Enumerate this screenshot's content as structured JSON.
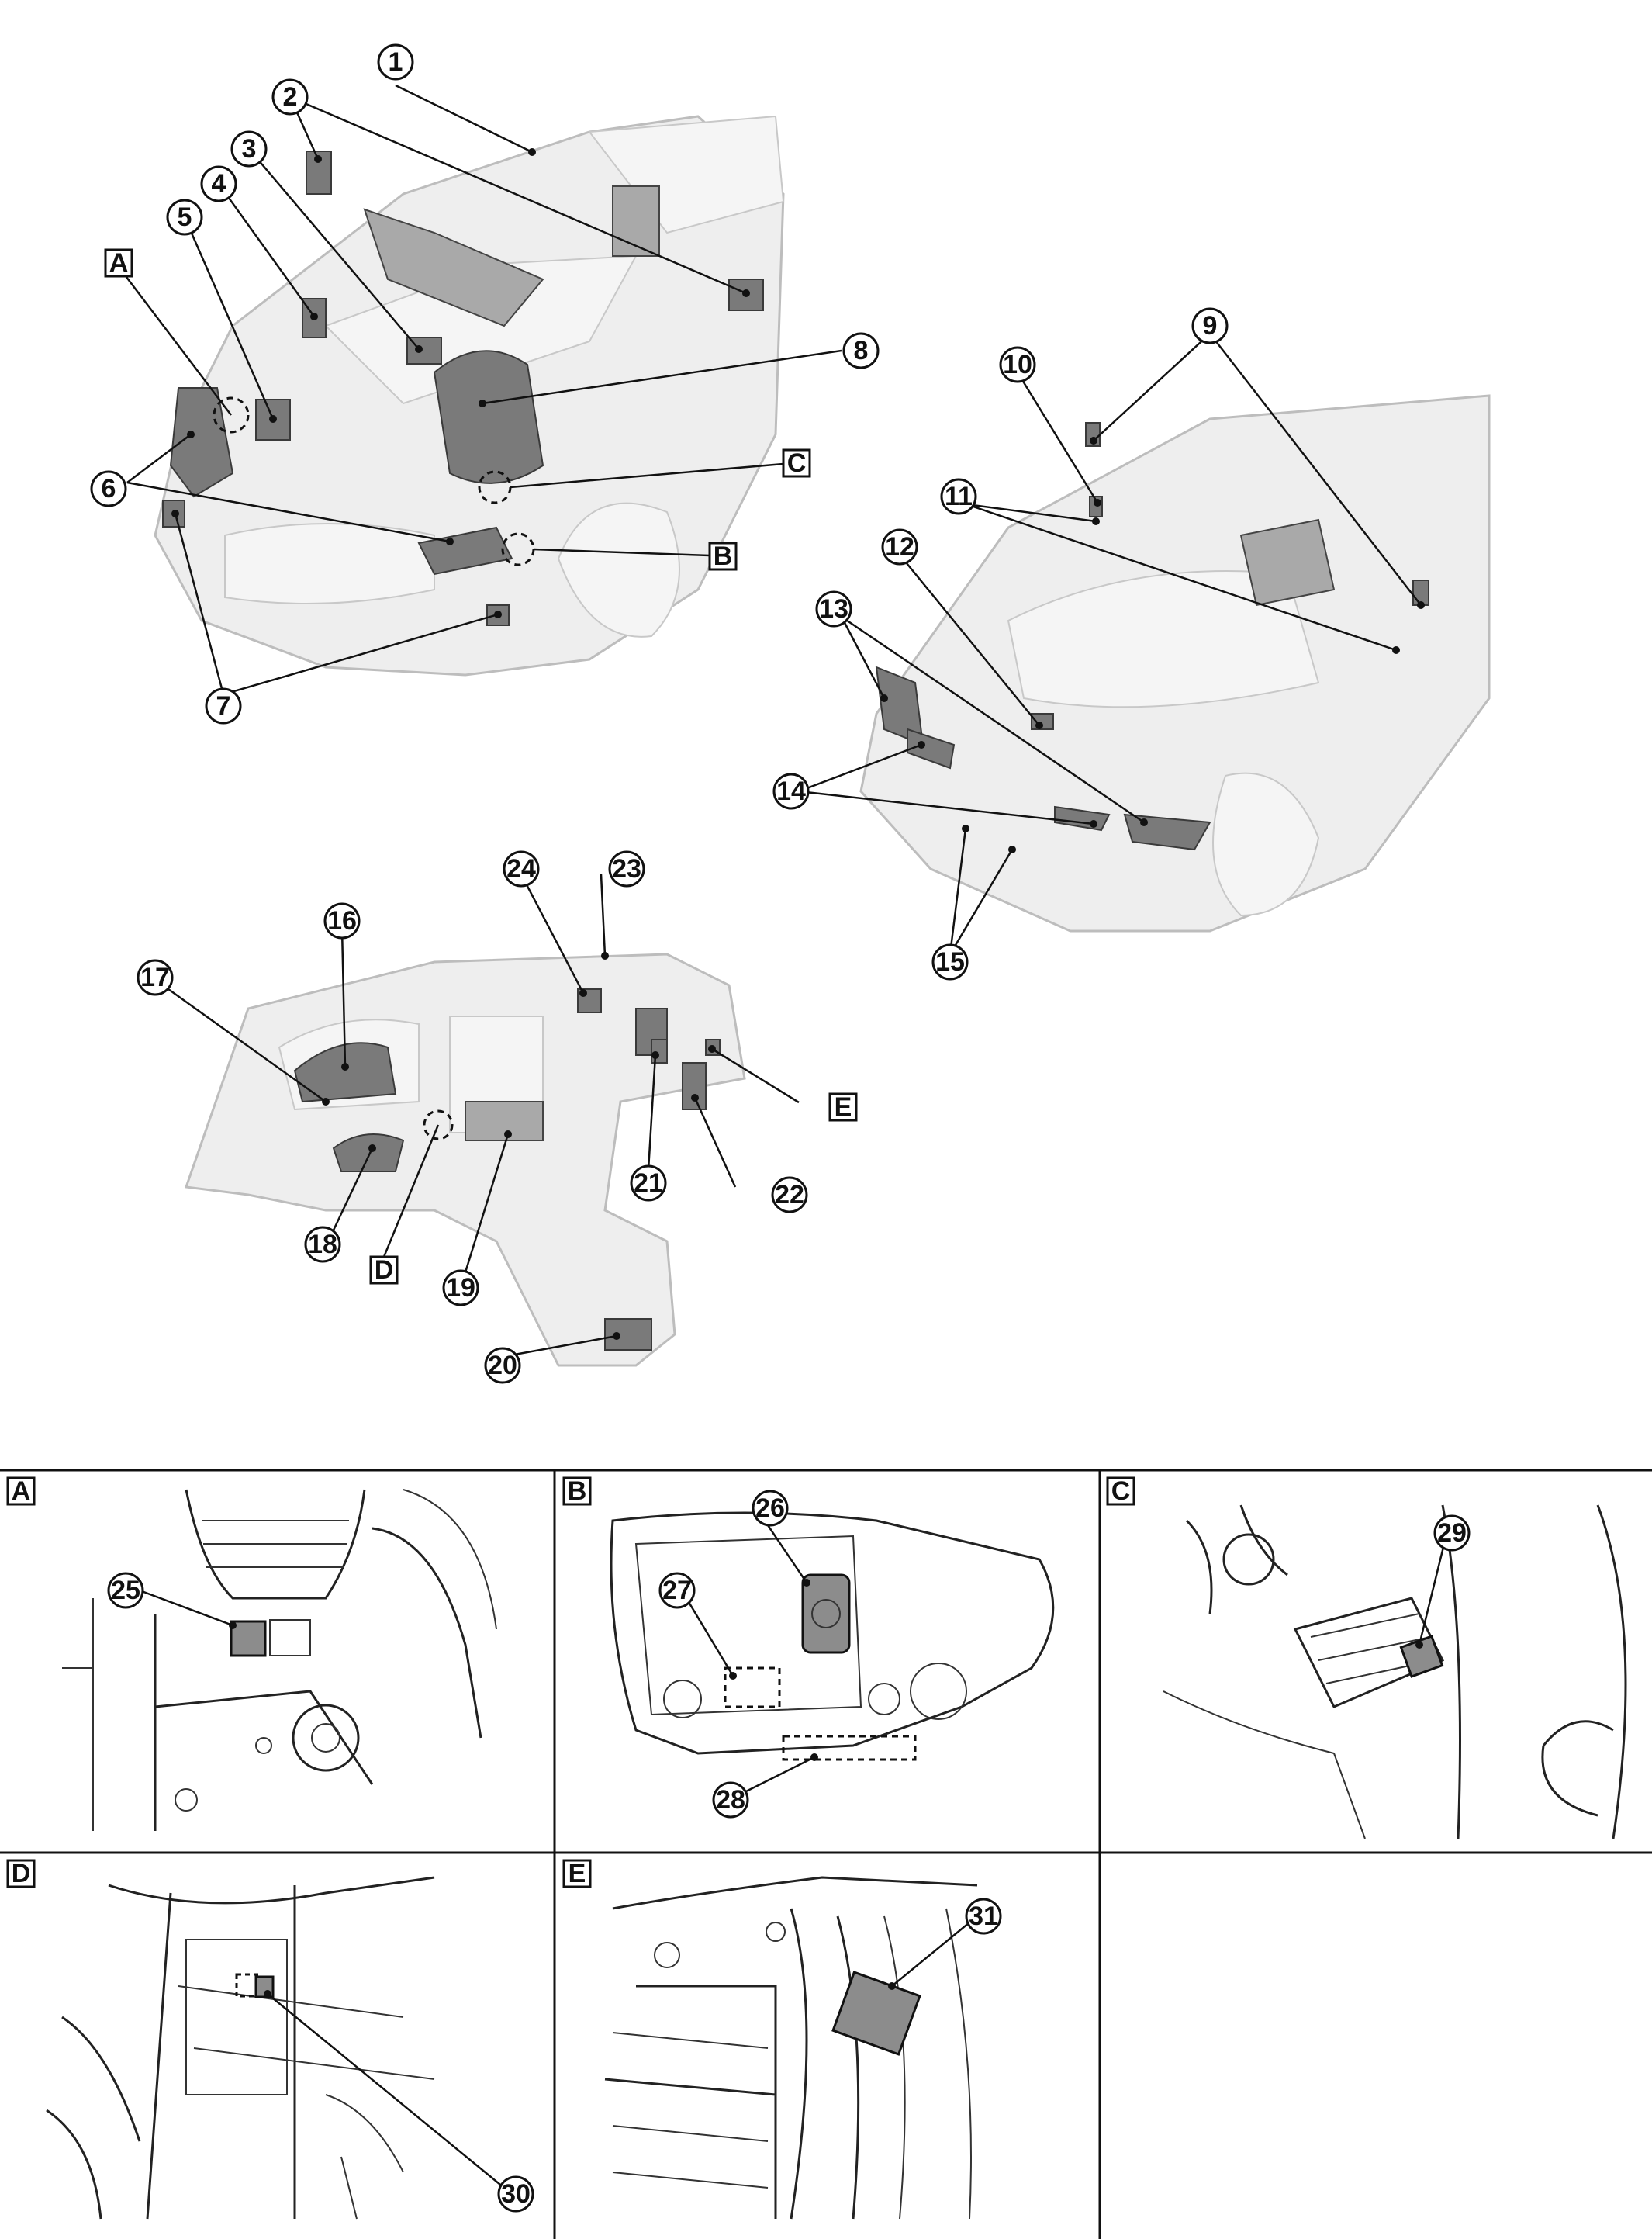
{
  "callouts": {
    "n1": "1",
    "n2": "2",
    "n3": "3",
    "n4": "4",
    "n5": "5",
    "n6": "6",
    "n7": "7",
    "n8": "8",
    "n9": "9",
    "n10": "10",
    "n11": "11",
    "n12": "12",
    "n13": "13",
    "n14": "14",
    "n15": "15",
    "n16": "16",
    "n17": "17",
    "n18": "18",
    "n19": "19",
    "n20": "20",
    "n21": "21",
    "n22": "22",
    "n23": "23",
    "n24": "24",
    "n25": "25",
    "n26": "26",
    "n27": "27",
    "n28": "28",
    "n29": "29",
    "n30": "30",
    "n31": "31"
  },
  "detail_refs": {
    "A": "A",
    "B": "B",
    "C": "C",
    "D": "D",
    "E": "E"
  },
  "panels": [
    {
      "label": "A"
    },
    {
      "label": "B"
    },
    {
      "label": "C"
    },
    {
      "label": "D"
    },
    {
      "label": "E"
    }
  ],
  "colors": {
    "line": "#111111",
    "ghost": "#eeeeee",
    "part": "#7a7a7a",
    "background": "#ffffff"
  }
}
